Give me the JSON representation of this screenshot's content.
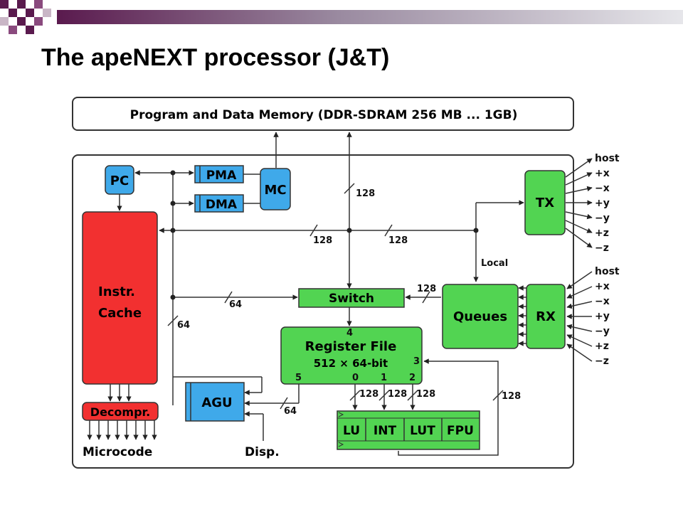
{
  "slide": {
    "title": "The apeNEXT processor (J&T)",
    "header_colors": [
      "#5a1a4e",
      "#8a4a7e",
      "#c9c9d1"
    ]
  },
  "diagram": {
    "memory": "Program and Data Memory (DDR-SDRAM 256 MB ... 1GB)",
    "blocks": {
      "pc": "PC",
      "pma": "PMA",
      "dma": "DMA",
      "mc": "MC",
      "tx": "TX",
      "rx": "RX",
      "instr_line1": "Instr.",
      "instr_line2": "Cache",
      "switch": "Switch",
      "queues": "Queues",
      "regfile_line1": "Register File",
      "regfile_line2": "512 × 64-bit",
      "agu": "AGU",
      "decompr": "Decompr.",
      "lu": "LU",
      "int": "INT",
      "lut": "LUT",
      "fpu": "FPU"
    },
    "labels": {
      "microcode": "Microcode",
      "disp": "Disp.",
      "local": "Local",
      "bus_128_mem": "128",
      "bus_128_a": "128",
      "bus_128_b": "128",
      "bus_64_switch": "64",
      "bus_64_vert": "64",
      "bus_128_queues": "128",
      "bus_64_agu": "64",
      "bus_128_0": "128",
      "bus_128_1": "128",
      "bus_128_2": "128",
      "bus_128_ret": "128",
      "port_4": "4",
      "port_5": "5",
      "port_0": "0",
      "port_1": "1",
      "port_2": "2",
      "port_3": "3"
    },
    "tx_links": [
      "host",
      "+x",
      "−x",
      "+y",
      "−y",
      "+z",
      "−z"
    ],
    "rx_links": [
      "host",
      "+x",
      "−x",
      "+y",
      "−y",
      "+z",
      "−z"
    ],
    "colors": {
      "blue": "#3fa9ea",
      "green": "#52d452",
      "red": "#f23030"
    }
  }
}
